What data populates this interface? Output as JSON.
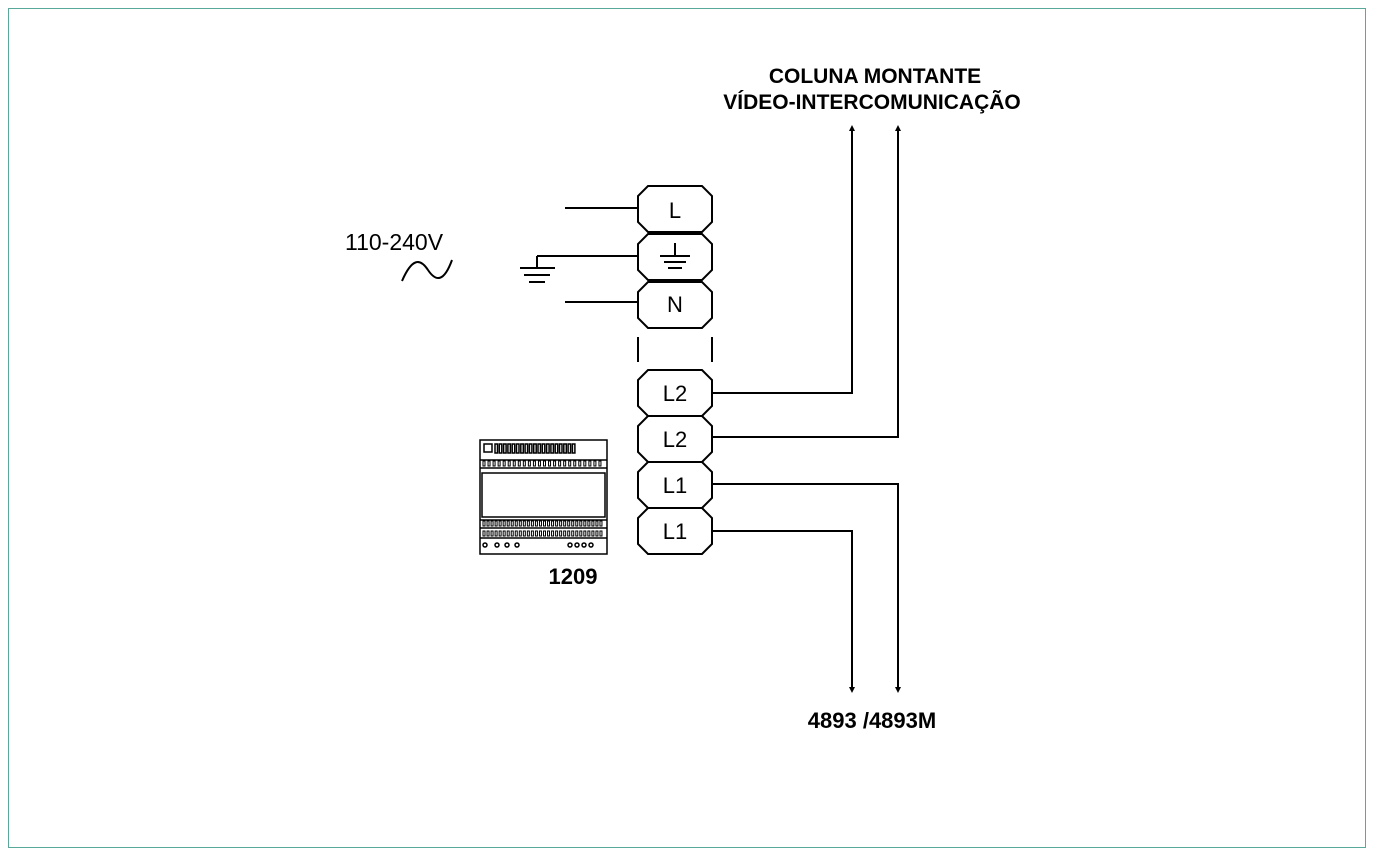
{
  "title_line1": "COLUNA MONTANTE",
  "title_line2": "VÍDEO-INTERCOMUNICAÇÃO",
  "voltage_label": "110-240V",
  "terminals": {
    "t1": "L",
    "t3": "N",
    "t4": "L2",
    "t5": "L2",
    "t6": "L1",
    "t7": "L1"
  },
  "device_label": "1209",
  "bottom_label": "4893 /4893M",
  "icons": {
    "ground": "ground-icon",
    "ac": "ac-sine-icon",
    "device": "power-supply-module-icon"
  },
  "colors": {
    "frame": "#5aa89a"
  }
}
